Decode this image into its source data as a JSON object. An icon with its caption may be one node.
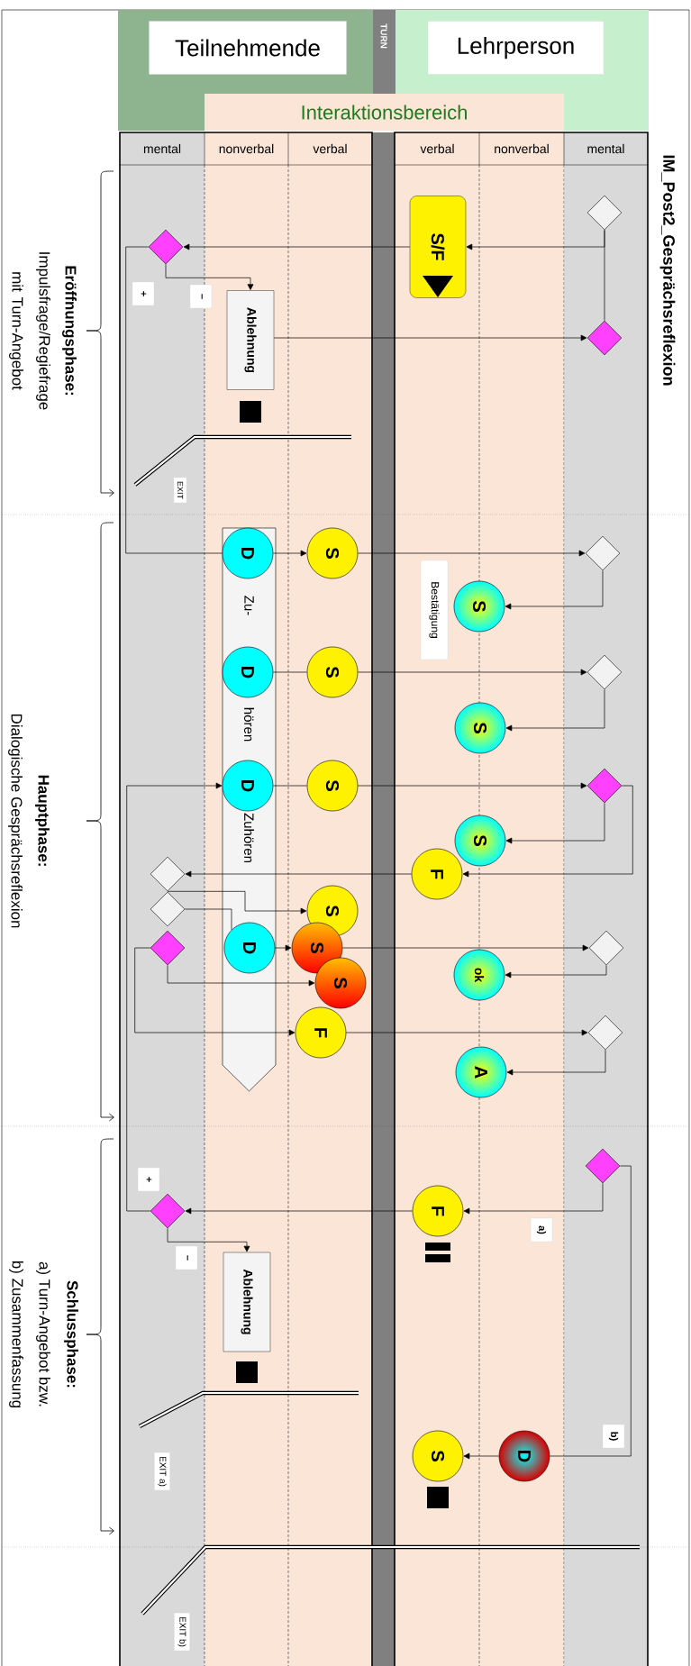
{
  "diagram": {
    "title": "IM_Post2_Gesprächsreflexion",
    "nodes": [
      {
        "text": [
          "Teilnehmende"
        ]
      },
      {
        "text": [
          "TURN"
        ]
      },
      {
        "text": [
          "Lehrperson"
        ]
      },
      {
        "text": [
          "Interaktionsbereich"
        ]
      },
      {
        "text": [],
        "shape": "diamond"
      },
      {
        "text": [
          "S/F"
        ]
      },
      {
        "text": [],
        "shape": "diamond"
      },
      {
        "text": [
          "Ablehnung"
        ]
      },
      {
        "text": [],
        "shape": "diamond"
      },
      {
        "text": [
          "Zu-",
          "hören",
          "Zuhören"
        ]
      },
      {
        "text": [
          "D"
        ],
        "in": 9
      },
      {
        "text": [
          "S"
        ]
      },
      {
        "text": [],
        "shape": "diamond"
      },
      {
        "text": [
          "S"
        ],
        "beside": [
          "Bestätigung"
        ]
      },
      {
        "text": [
          "D"
        ],
        "in": 9
      },
      {
        "text": [
          "S"
        ]
      },
      {
        "text": [],
        "shape": "diamond"
      },
      {
        "text": [
          "S"
        ]
      },
      {
        "text": [
          "D"
        ],
        "in": 9
      },
      {
        "text": [
          "S"
        ]
      },
      {
        "text": [],
        "shape": "diamond"
      },
      {
        "text": [
          "S"
        ]
      },
      {
        "text": [
          "F"
        ]
      },
      {
        "text": [],
        "shape": "diamond"
      },
      {
        "text": [],
        "shape": "diamond"
      },
      {
        "text": [
          "S"
        ]
      },
      {
        "text": [
          "D"
        ],
        "in": 9
      },
      {
        "text": [],
        "shape": "diamond"
      },
      {
        "text": [
          "S"
        ]
      },
      {
        "text": [],
        "shape": "diamond"
      },
      {
        "text": [
          "ok"
        ]
      },
      {
        "text": [
          "S"
        ]
      },
      {
        "text": [
          "F"
        ]
      },
      {
        "text": [],
        "shape": "diamond"
      },
      {
        "text": [
          "A"
        ]
      },
      {
        "text": [],
        "shape": "diamond"
      },
      {
        "text": [
          "F"
        ]
      },
      {
        "text": [],
        "shape": "diamond"
      },
      {
        "text": [
          "Ablehnung"
        ]
      },
      {
        "text": [
          "D"
        ]
      },
      {
        "text": [
          "S"
        ]
      }
    ],
    "edges": [
      {
        "from": 4,
        "to": 5,
        "arrow": "to"
      },
      {
        "from": 4,
        "to": 8,
        "arrow": "none"
      },
      {
        "from": 5,
        "to": 6,
        "arrow": "to"
      },
      {
        "from": 6,
        "to": 7,
        "arrow": "to",
        "label": "–"
      },
      {
        "from": 7,
        "to": 8,
        "arrow": "to"
      },
      {
        "from": 6,
        "to": 10,
        "arrow": "none",
        "label": "+"
      },
      {
        "from": 10,
        "to": 11,
        "arrow": "to"
      },
      {
        "from": 11,
        "to": 12,
        "arrow": "to"
      },
      {
        "from": 12,
        "to": 13,
        "arrow": "to"
      },
      {
        "from": 14,
        "to": 15,
        "arrow": "none"
      },
      {
        "from": 15,
        "to": 16,
        "arrow": "to"
      },
      {
        "from": 16,
        "to": 17,
        "arrow": "to"
      },
      {
        "from": 18,
        "to": 19,
        "arrow": "none"
      },
      {
        "from": 19,
        "to": 20,
        "arrow": "to"
      },
      {
        "from": 20,
        "to": 21,
        "arrow": "to"
      },
      {
        "from": 20,
        "to": 22,
        "arrow": "to"
      },
      {
        "from": 22,
        "to": 23,
        "arrow": "to"
      },
      {
        "from": 23,
        "to": 25,
        "arrow": "to"
      },
      {
        "from": 24,
        "to": 26,
        "arrow": "none"
      },
      {
        "from": 26,
        "to": 28,
        "arrow": "to"
      },
      {
        "from": 28,
        "to": 29,
        "arrow": "to"
      },
      {
        "from": 29,
        "to": 30,
        "arrow": "to"
      },
      {
        "from": 27,
        "to": 31,
        "arrow": "to"
      },
      {
        "from": 27,
        "to": 32,
        "arrow": "to"
      },
      {
        "from": 32,
        "to": 33,
        "arrow": "to"
      },
      {
        "from": 33,
        "to": 34,
        "arrow": "to"
      },
      {
        "from": 35,
        "to": 36,
        "arrow": "to",
        "label": "a)"
      },
      {
        "from": 36,
        "to": 37,
        "arrow": "to"
      },
      {
        "from": 37,
        "to": 38,
        "arrow": "to",
        "label": "–"
      },
      {
        "from": 37,
        "to": 18,
        "arrow": "to",
        "label": "+"
      },
      {
        "from": 35,
        "to": 39,
        "arrow": "none",
        "label": "b)"
      },
      {
        "from": 39,
        "to": 40,
        "arrow": "to"
      }
    ],
    "labels": [
      "mental",
      "nonverbal",
      "verbal",
      "verbal",
      "nonverbal",
      "mental",
      "Eröffnungsphase:",
      "Impulsfrage/Regiefrage mit Turn-Angebot",
      "EXIT",
      "Hauptphase:",
      "Dialogische Gesprächsreflexion",
      "Schlussphase:",
      "a) Turn-Angebot bzw.",
      "b) Zusammenfassung",
      "EXIT a)",
      "EXIT b)"
    ]
  }
}
